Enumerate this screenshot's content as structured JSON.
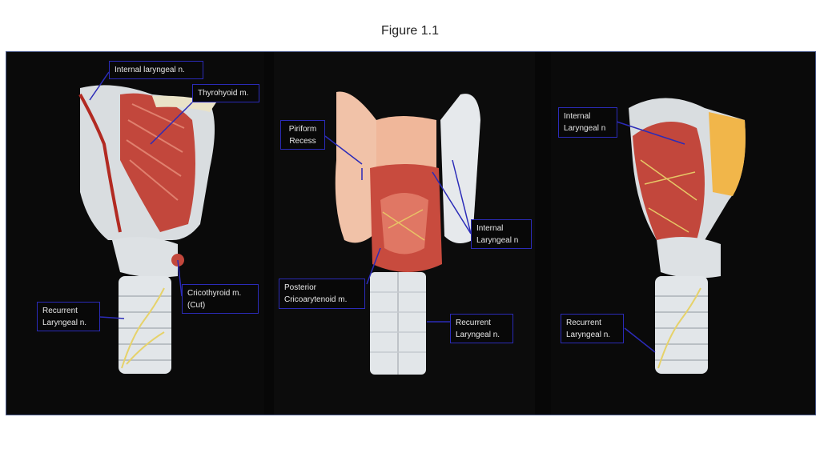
{
  "figure": {
    "title": "Figure 1.1"
  },
  "panels": {
    "left": {
      "labels": {
        "internal_laryngeal": "Internal laryngeal n.",
        "thyrohyoid": "Thyrohyoid m.",
        "cricothyroid": "Cricothyroid m.\n(Cut)",
        "recurrent": "Recurrent\nLaryngeal n."
      }
    },
    "middle": {
      "labels": {
        "piriform": "Piriform\nRecess",
        "internal": "Internal\nLaryngeal n",
        "posterior": "Posterior\nCricoarytenoid m.",
        "recurrent": "Recurrent\nLaryngeal n."
      }
    },
    "right": {
      "labels": {
        "internal": "Internal\nLaryngeal n",
        "recurrent": "Recurrent\nLaryngeal n."
      }
    }
  }
}
